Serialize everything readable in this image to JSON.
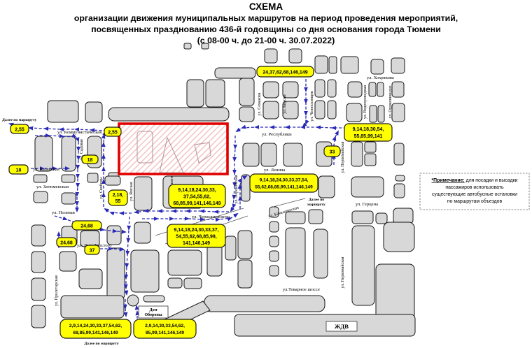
{
  "title": {
    "line1": "СХЕМА",
    "line2": "организации движения муниципальных маршрутов на период проведения мероприятий,",
    "line3": "посвященных празднованию 436-й годовщины со дня основания города Тюмени",
    "line4": "(с 08-00 ч. до 21-00 ч. 30.07.2022)"
  },
  "note": {
    "title": "*Примечание:",
    "l1b": " для посадки и высадки",
    "l2": "пассажиров использовать",
    "l3": "существующие автобусные остановки",
    "l4": "по маршрутам объездов"
  },
  "streets": {
    "kommunisticheskaya": "ул. Коммунистическая",
    "sadovaya": "ул. Садовая",
    "kazanskaya": "ул. Казанская",
    "zatyumenskaya": "ул. Затюменская",
    "svobody": "ул. Свободы",
    "yamskaya": "ул. Ямская",
    "lunacharskogo": "ул. Луначарского",
    "polevaya": "ул. Полевая",
    "lva_tolstogo": "ул. Льва Толстого",
    "proletarskaya": "ул. Пролетарская",
    "chernyshevskogo": "ул. Чернышевского",
    "respubliki": "ул. Республики",
    "lenina": "ул. Ленина",
    "semakova": "ул. Семакова",
    "kirova": "ул. Кирова",
    "chelyuskintsev": "ул. Челюскинцев",
    "khokhryakova": "ул. Хохрякова",
    "vodoprovodnaya": "ул. Водопроводная",
    "ordzhonikidze": "ул. Орджоникидзе",
    "pervomayskaya": "ул. Первомайская",
    "perekopskaya": "ул. Перекопская",
    "kamyshinskaya": "ул. Камышинская",
    "gertsena": "ул. Герцена",
    "tovarnoe": "ул.Товарное шоссе"
  },
  "labels": {
    "dalee": "Далее по маршруту",
    "dalee_l1": "Далее по",
    "dalee_l2": "маршруту",
    "dom_l1": "Дом",
    "dom_l2": "Обороны",
    "zhdv": "ЖДВ"
  },
  "badges": {
    "b_255_w": {
      "text": "2,55"
    },
    "b_255_e": {
      "text": "2,55"
    },
    "b_18_w": {
      "text": "18"
    },
    "b_18_c": {
      "text": "18"
    },
    "b_2_18_55": {
      "lines": [
        "2,18,",
        "55"
      ]
    },
    "b_top": {
      "text": "24,37,62,68,146,149"
    },
    "b_ne": {
      "lines": [
        "9,14,18,30,54,",
        "55,85,99,141"
      ]
    },
    "b_33": {
      "text": "33"
    },
    "b_center": {
      "lines": [
        "9,14,18,24,30,33,",
        "37,54,55,62,",
        "68,85,99,141,146,149"
      ]
    },
    "b_lenina": {
      "lines": [
        "9,14,18,24,30,33,37,54,",
        "55,62,68,85,99,141,146,149"
      ]
    },
    "b_chern": {
      "lines": [
        "9,14,18,24,30,33,37,",
        "54,55,62,68,85,99,",
        "141,146,149"
      ]
    },
    "b_2468_a": {
      "text": "24,68"
    },
    "b_2468_b": {
      "text": "24,68"
    },
    "b_37": {
      "text": "37"
    },
    "b_sw": {
      "lines": [
        "2,9,14,24,30,33,37,54,62,",
        "68,85,99,141,146,149"
      ]
    },
    "b_s": {
      "lines": [
        "2,9,14,30,33,54,62,",
        "85,99,141,146,149"
      ]
    }
  },
  "colors": {
    "badge": "#ffff00",
    "route": "#2a2ab8",
    "restricted": "#e00000",
    "building": "#d8d8d8"
  }
}
